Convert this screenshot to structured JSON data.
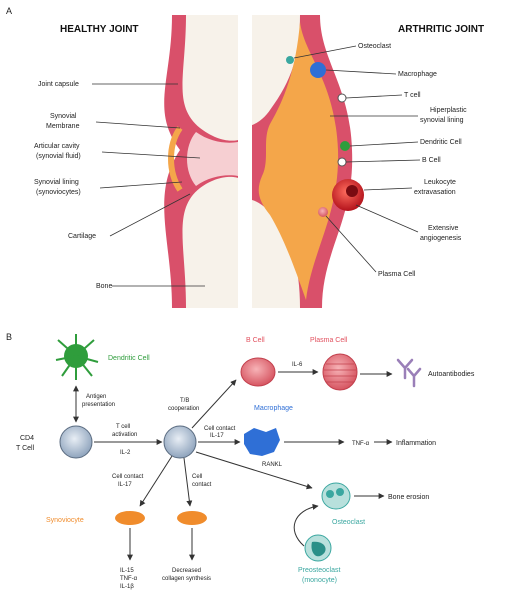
{
  "panel_a": {
    "letter": "A",
    "healthy": {
      "title": "HEALTHY JOINT",
      "labels": {
        "joint_capsule": "Joint capsule",
        "synovial_membrane_1": "Synovial",
        "synovial_membrane_2": "Membrane",
        "articular_cavity_1": "Articular cavity",
        "articular_cavity_2": "(synovial fluid)",
        "synovial_lining_1": "Synovial lining",
        "synovial_lining_2": "(synoviocytes)",
        "cartilage": "Cartilage",
        "bone": "Bone"
      }
    },
    "arthritic": {
      "title": "ARTHRITIC JOINT",
      "labels": {
        "osteoclast": "Osteoclast",
        "macrophage": "Macrophage",
        "t_cell": "T cell",
        "hyperplastic_1": "Hiperplastic",
        "hyperplastic_2": "synovial lining",
        "dendritic_cell": "Dendritic Cell",
        "b_cell": "B Cell",
        "leukocyte_1": "Leukocyte",
        "leukocyte_2": "extravasation",
        "angiogenesis_1": "Extensive",
        "angiogenesis_2": "angiogenesis",
        "plasma_cell": "Plasma Cell"
      }
    }
  },
  "panel_b": {
    "letter": "B",
    "labels": {
      "dendritic_cell": "Dendritic Cell",
      "antigen_1": "Antigen",
      "antigen_2": "presentation",
      "cd4_1": "CD4",
      "cd4_2": "T Cell",
      "activation_1": "T cell",
      "activation_2": "activation",
      "activation_3": "IL-2",
      "tb_1": "T/B",
      "tb_2": "cooperation",
      "b_cell": "B Cell",
      "plasma_cell": "Plasma Cell",
      "il6": "IL-6",
      "autoantibodies": "Autoantibodies",
      "macrophage": "Macrophage",
      "cell_contact_1": "Cell contact",
      "cell_contact_2": "IL-17",
      "tnf_a": "TNF-α",
      "inflammation": "Inflammation",
      "rankl": "RANKL",
      "osteoclast": "Osteoclast",
      "bone_erosion": "Bone erosion",
      "preosteoclast_1": "Preosteoclast",
      "preosteoclast_2": "(monocyte)",
      "synoviocyte": "Synoviocyte",
      "syn_contact_1": "Cell contact",
      "syn_contact_2": "IL-17",
      "cell_contact_3": "Cell",
      "cell_contact_4": "contact",
      "cytokines_1": "IL-15",
      "cytokines_2": "TNF-α",
      "cytokines_3": "IL-1β",
      "decreased_1": "Decreased",
      "decreased_2": "collagen synthesis"
    }
  },
  "colors": {
    "capsule": "#d9506a",
    "fluid": "#f6cfd2",
    "synovium_orange": "#f4a64a",
    "bone": "#f7f2ea",
    "dendritic": "#2f9d3c",
    "b_cell": "#e2505e",
    "macrophage": "#2f6fd6",
    "osteoclast_teal": "#3aa7a0",
    "synoviocyte": "#f08c2c"
  }
}
